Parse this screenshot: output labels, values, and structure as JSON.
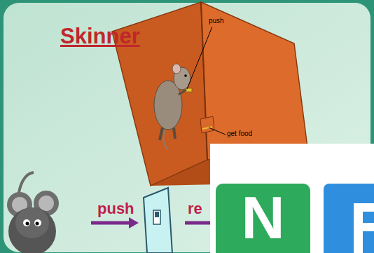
{
  "diagram": {
    "title": "Skinner",
    "nodes": [
      {
        "text": [
          "N"
        ]
      }
    ],
    "labels": [
      "push",
      "get food",
      "push",
      "re"
    ]
  }
}
